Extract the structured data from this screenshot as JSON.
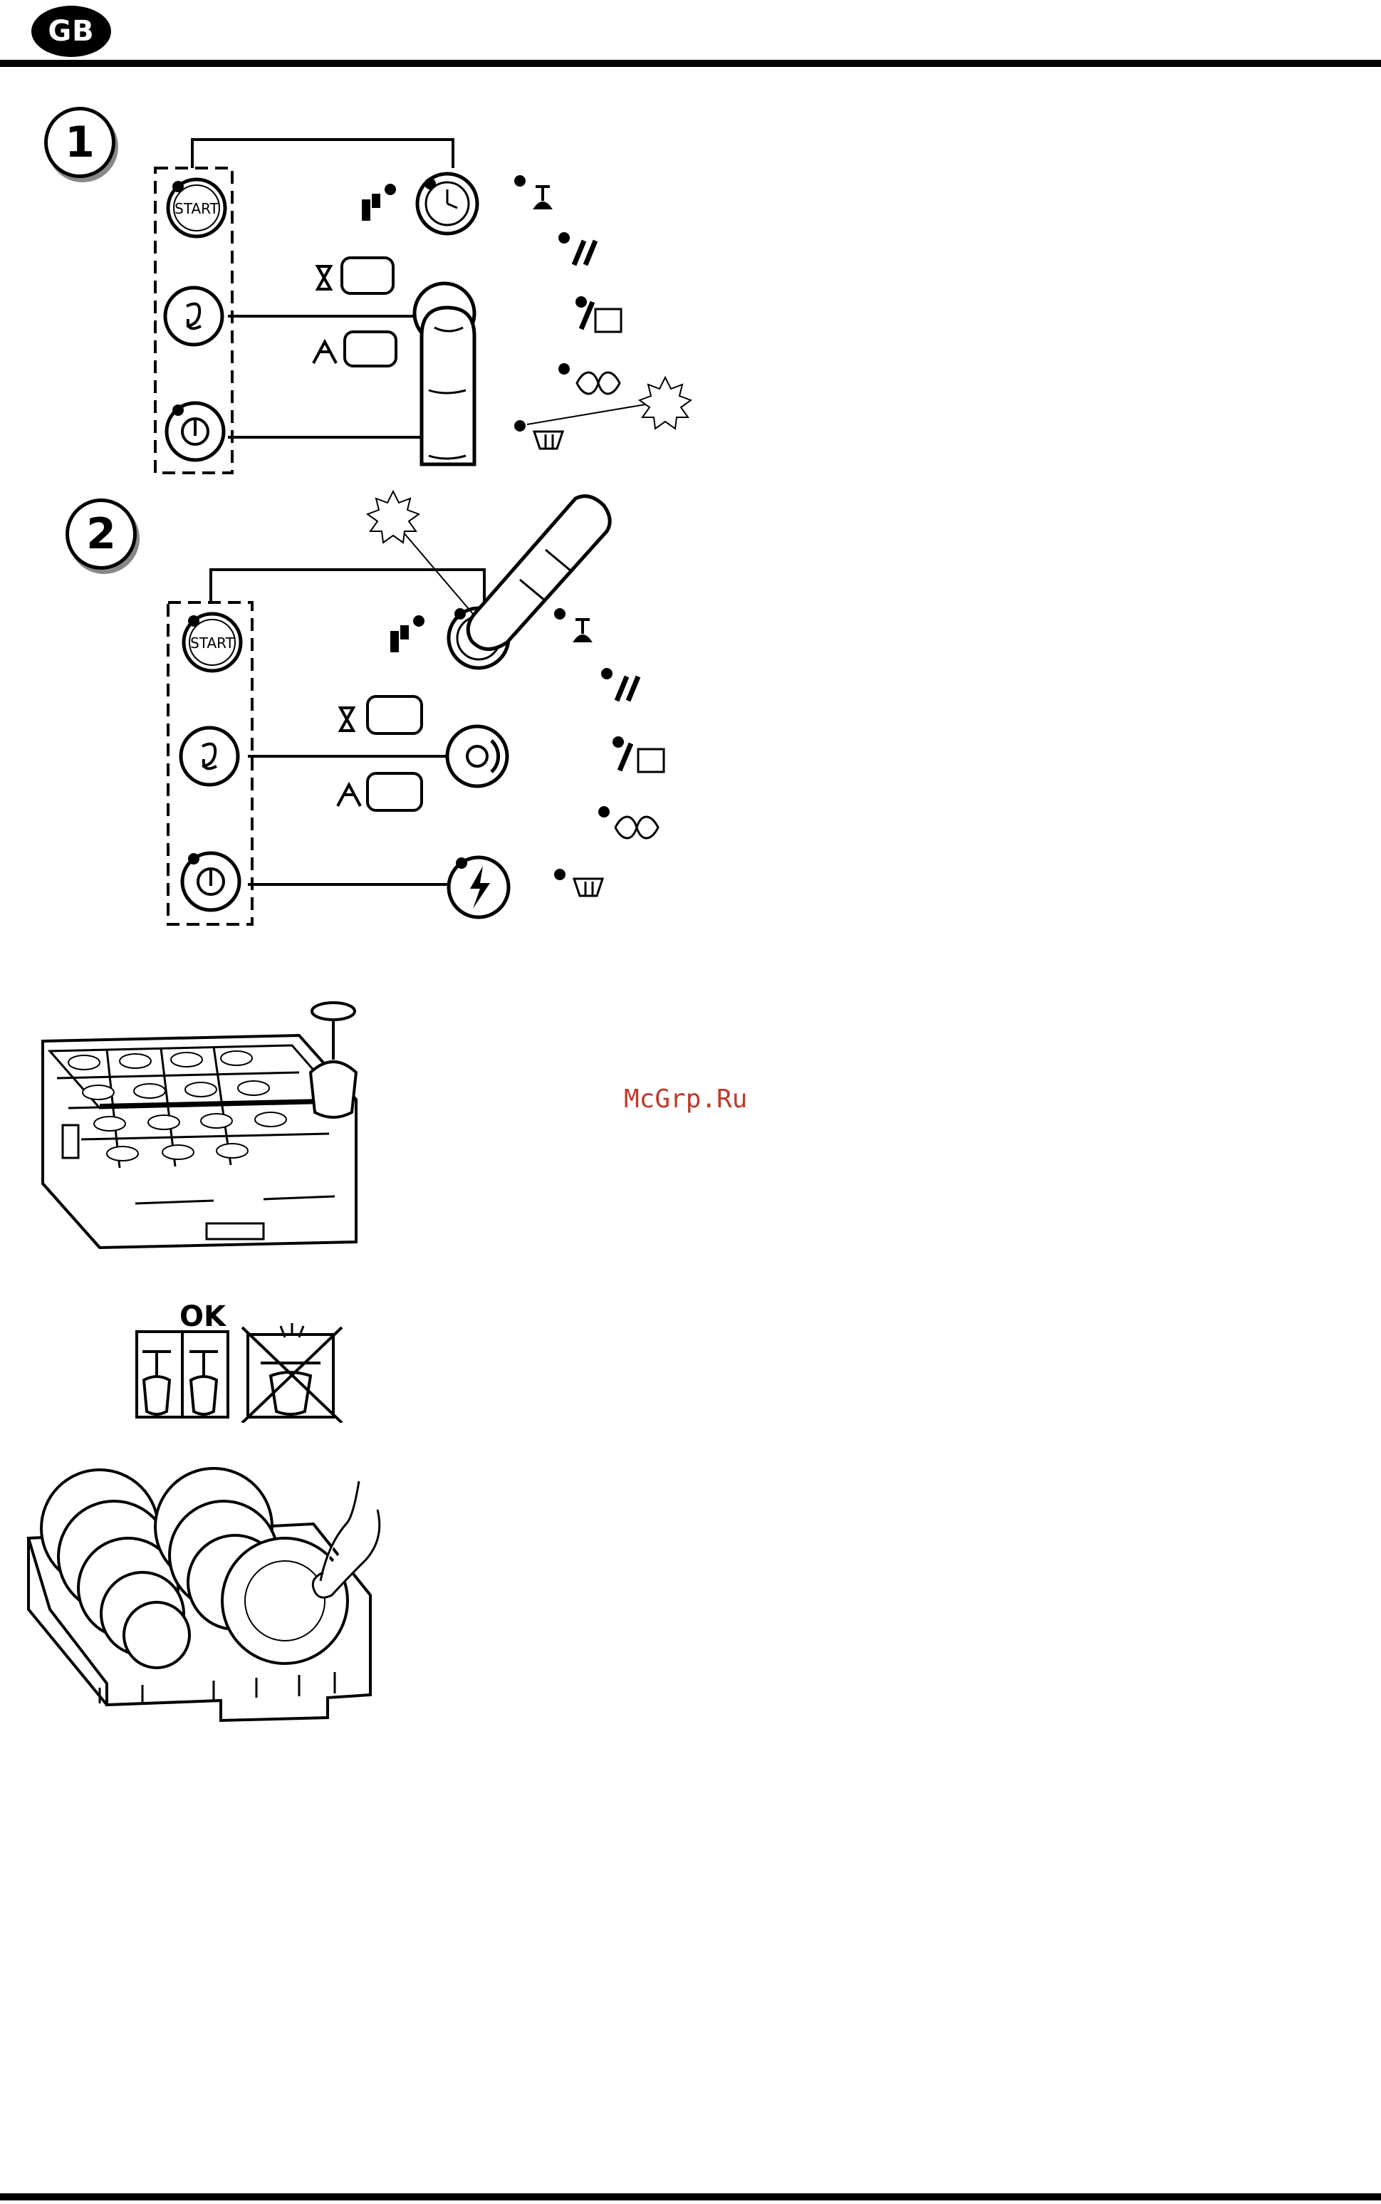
{
  "header": {
    "language_badge": "GB"
  },
  "steps": {
    "step1_label": "1",
    "step2_label": "2"
  },
  "control_panel": {
    "start_label": "START"
  },
  "rack_section": {
    "ok_label": "OK"
  },
  "watermark": {
    "text": "McGrp.Ru"
  },
  "colors": {
    "ink": "#000000",
    "watermark": "#c0392b",
    "paper": "#ffffff"
  },
  "icons": [
    "start-button-icon",
    "fan-icon",
    "power-icon",
    "clock-dial-icon",
    "wash-knob-icon",
    "flash-knob-icon",
    "thermometer-icon",
    "hourglass-icon",
    "rinse-spray-icon",
    "glass-icon",
    "cutlery-icon",
    "plate-icon",
    "infinity-icon",
    "drain-icon",
    "finger-icon",
    "blink-star-icon"
  ]
}
